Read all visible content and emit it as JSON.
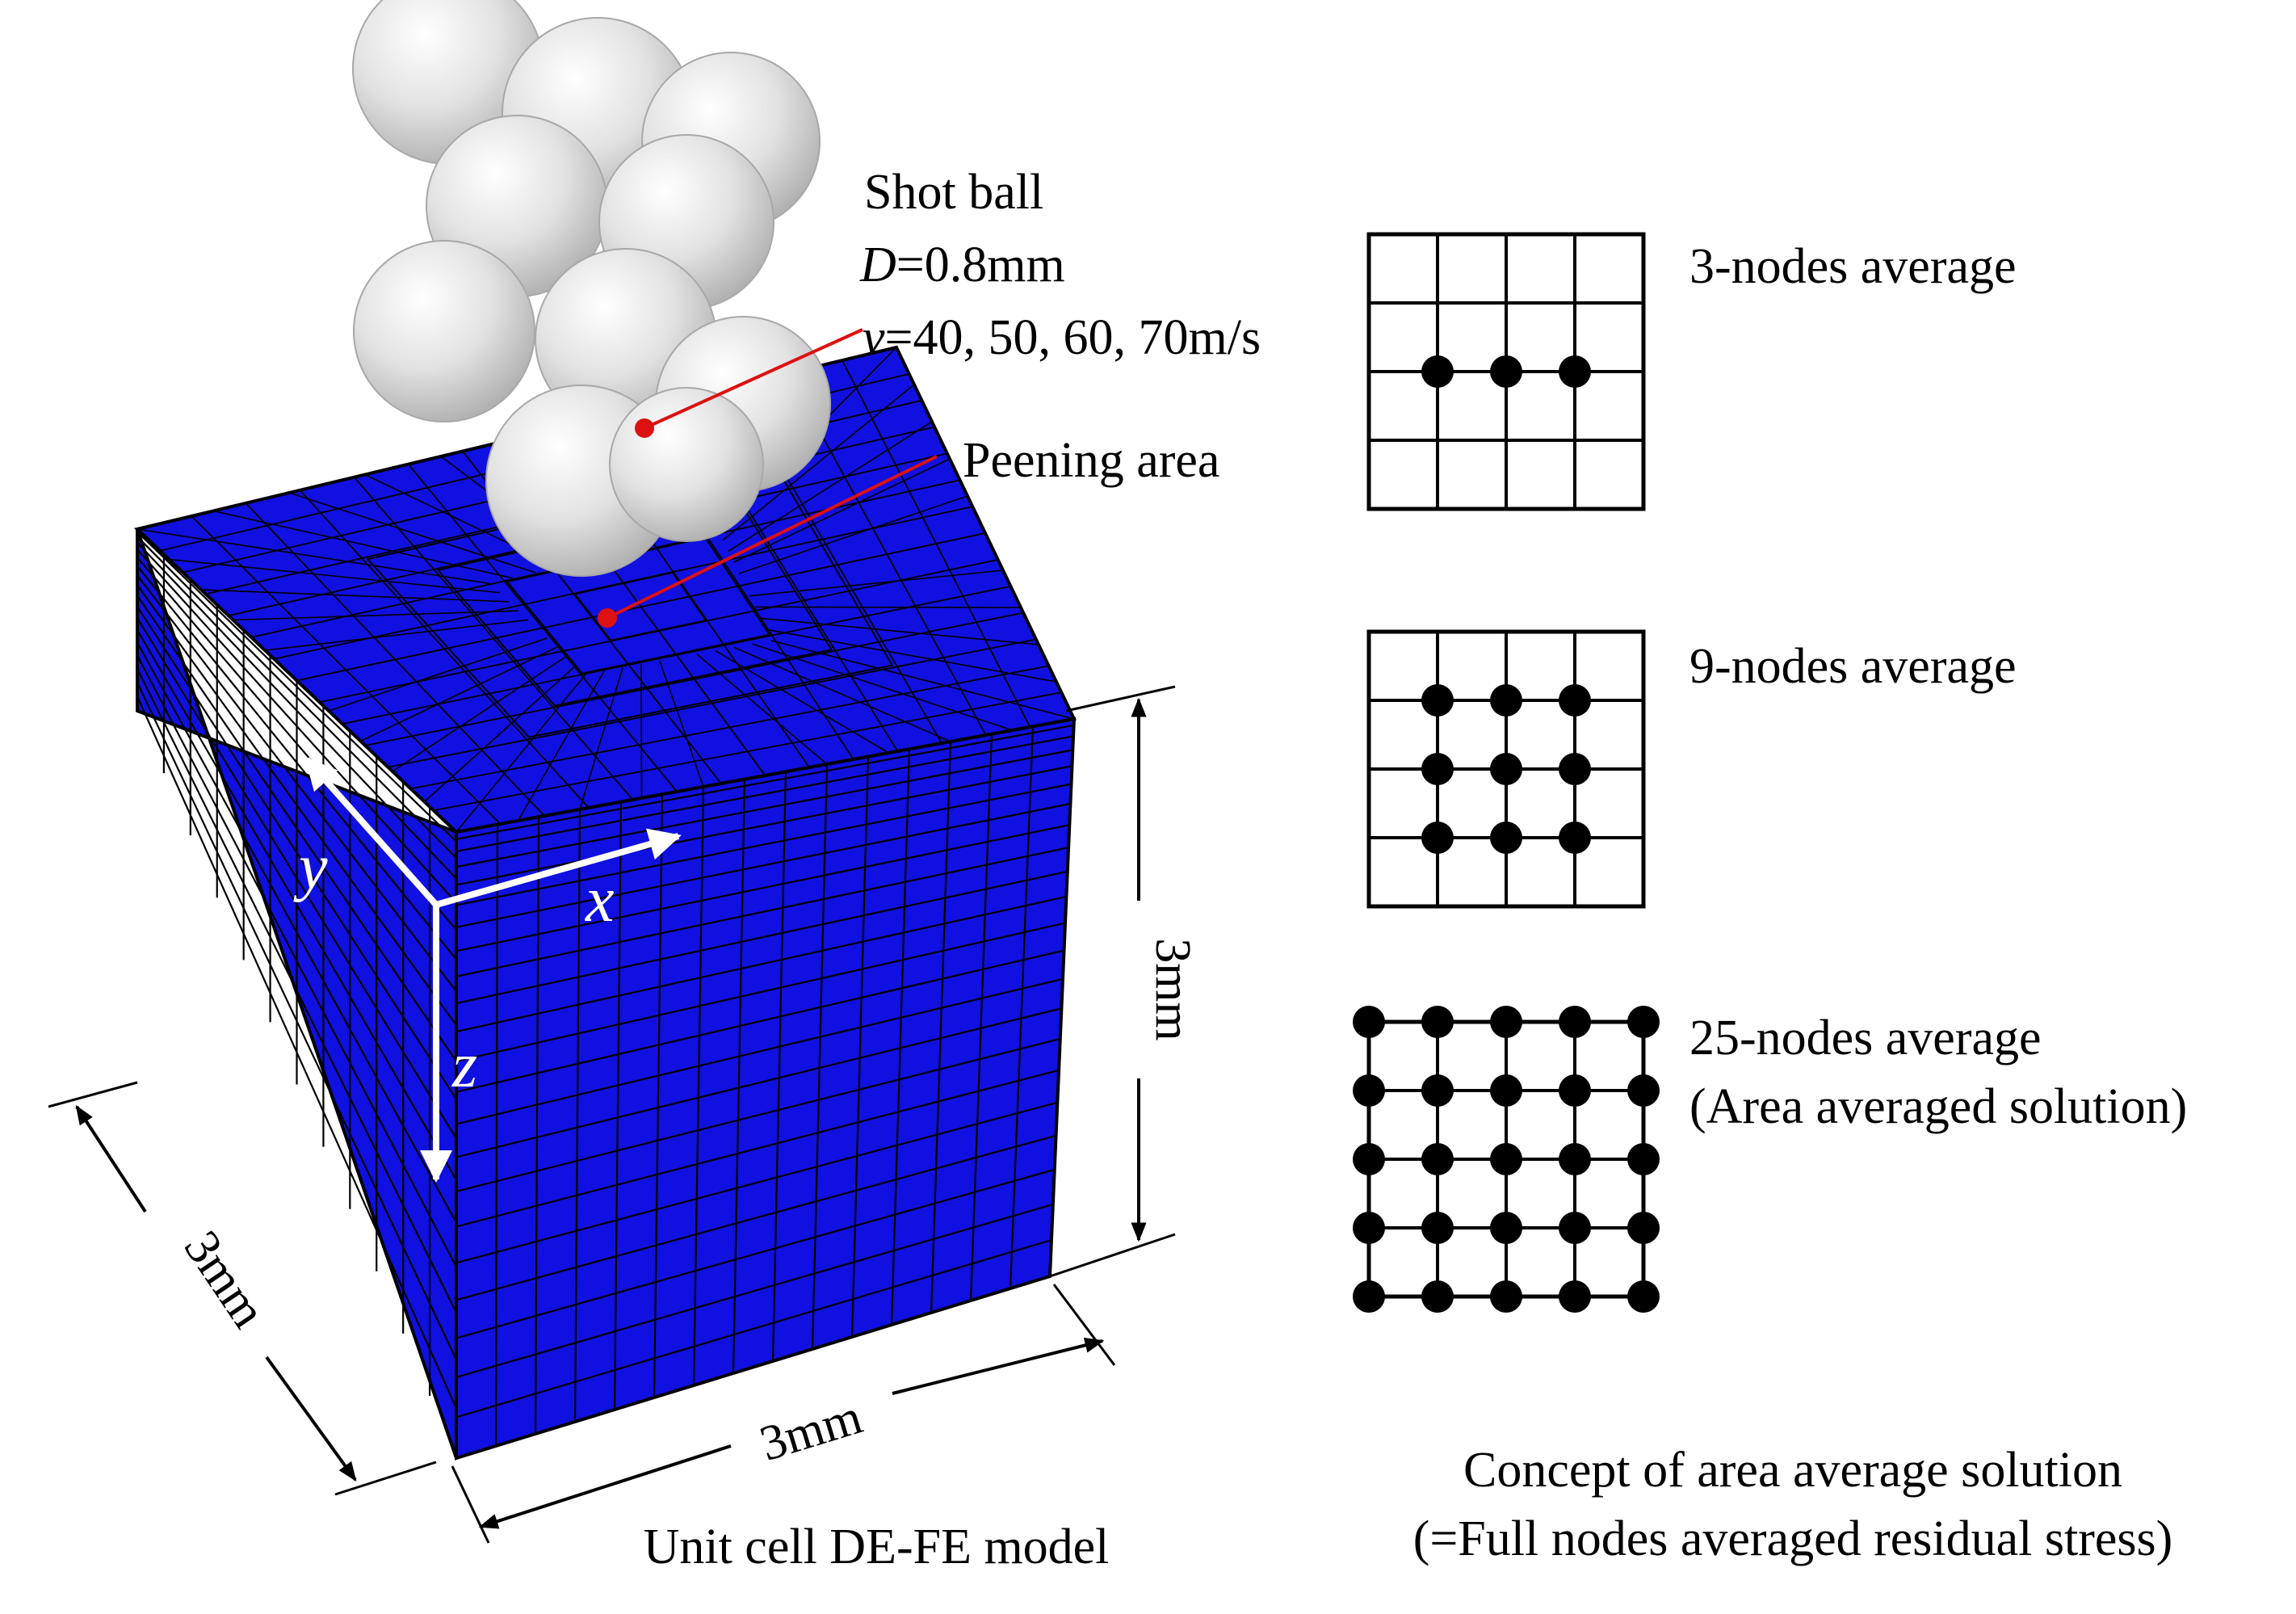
{
  "shot_ball": {
    "title": "Shot ball",
    "diameter_var": "D",
    "diameter_value": "=0.8mm",
    "velocity_var": "v",
    "velocity_value": "=40, 50, 60, 70m/s"
  },
  "peening_area_label": "Peening area",
  "axes": {
    "x": "x",
    "y": "y",
    "z": "z"
  },
  "dimensions": {
    "height": "3mm",
    "depth": "3mm",
    "width": "3mm"
  },
  "model_caption": "Unit cell DE-FE model",
  "node_grids": [
    {
      "label": "3-nodes average",
      "sublabel": ""
    },
    {
      "label": "9-nodes average",
      "sublabel": ""
    },
    {
      "label": "25-nodes average",
      "sublabel": "(Area averaged solution)"
    }
  ],
  "concept_caption": {
    "line1": "Concept of area average solution",
    "line2": "(=Full nodes averaged residual stress)"
  },
  "colors": {
    "mesh_blue": "#1010e0",
    "mesh_line": "#000000",
    "ball": "#e6e6e6",
    "leader_red": "#dd1111",
    "axis_white": "#ffffff"
  }
}
